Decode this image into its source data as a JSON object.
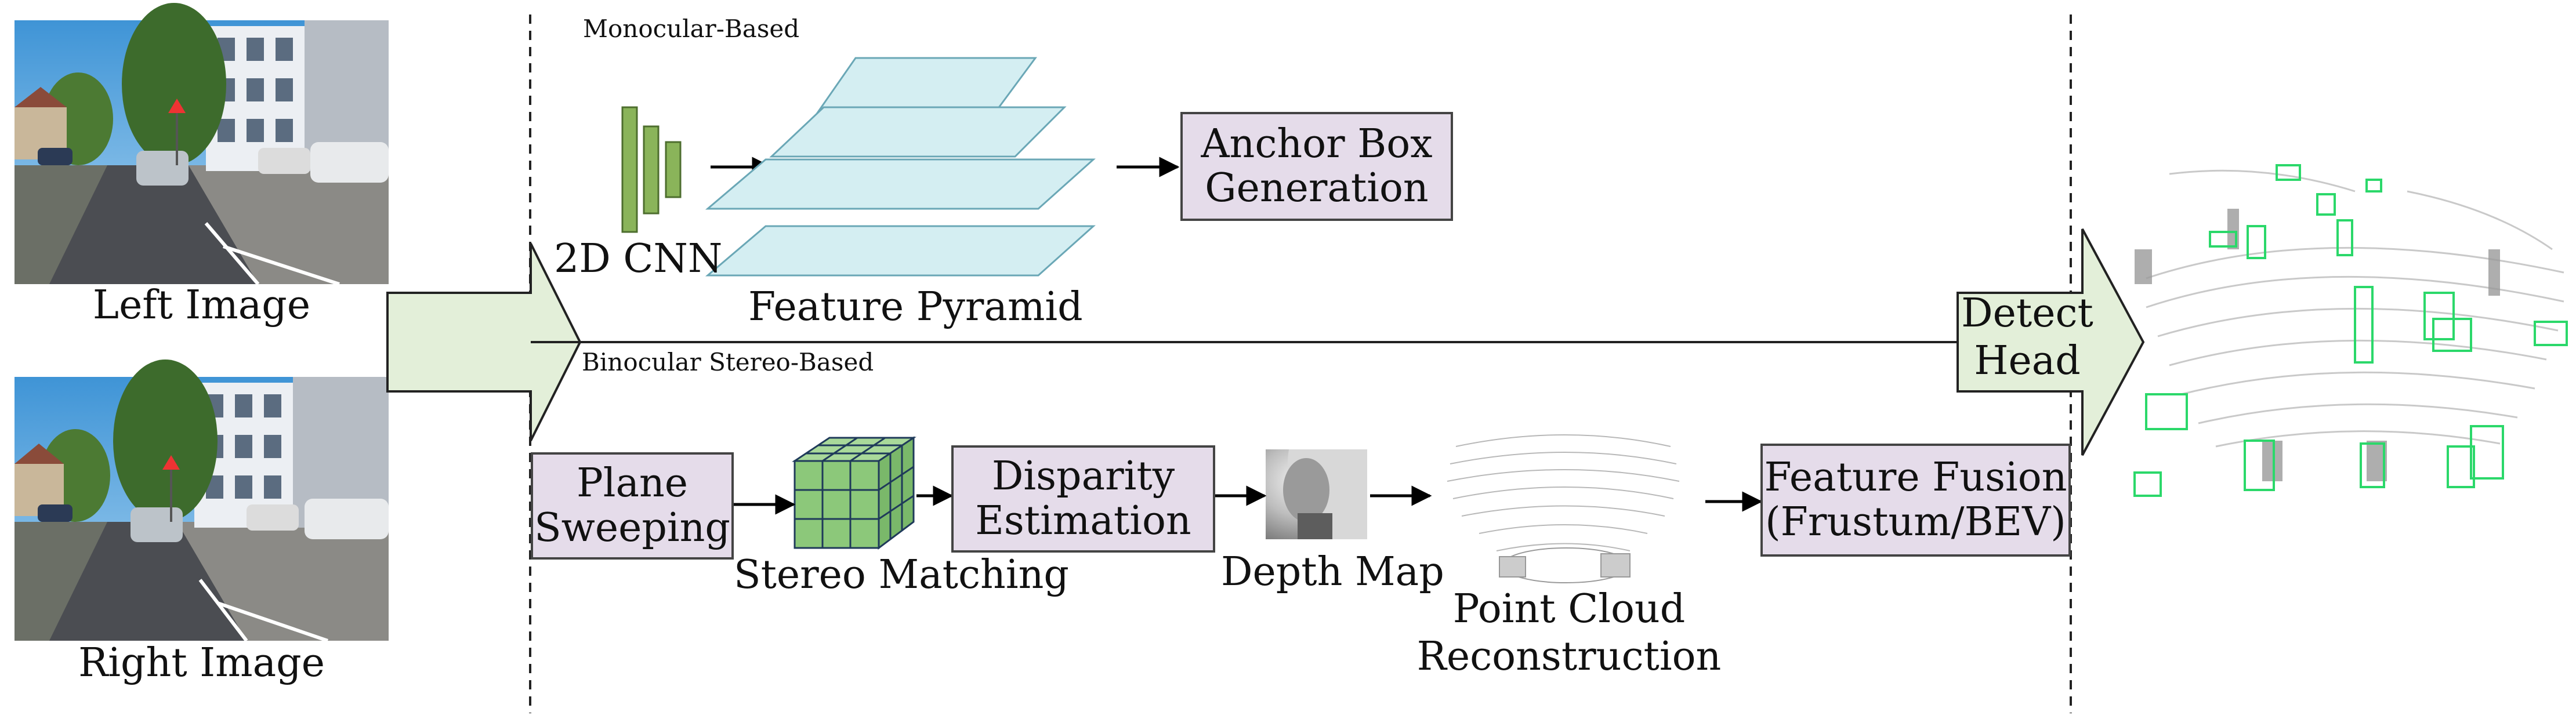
{
  "inputs": {
    "left_label": "Left Image",
    "right_label": "Right Image"
  },
  "monocular": {
    "section_label": "Monocular-Based",
    "cnn_label": "2D CNN",
    "pyramid_label": "Feature Pyramid",
    "anchor_box": [
      "Anchor Box",
      "Generation"
    ]
  },
  "stereo": {
    "section_label": "Binocular Stereo-Based",
    "plane_sweeping": [
      "Plane",
      "Sweeping"
    ],
    "stereo_matching_label": "Stereo Matching",
    "disparity": [
      "Disparity",
      "Estimation"
    ],
    "depth_map_label": "Depth Map",
    "point_cloud_label": [
      "Point Cloud",
      "Reconstruction"
    ],
    "feature_fusion": [
      "Feature Fusion",
      "(Frustum/BEV)"
    ]
  },
  "detect_head": [
    "Detect",
    "Head"
  ],
  "colors": {
    "box_fill": "#e5dcea",
    "pyramid_fill": "#d4eef2",
    "cnn_green": "#8ab45a",
    "arrow_fill": "#e3efd9",
    "cube_green": "#8cc87a",
    "bbox_green": "#2bd86a"
  }
}
